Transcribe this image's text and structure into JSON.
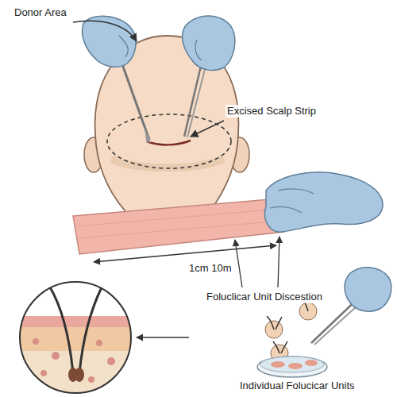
{
  "diagram": {
    "labels": [
      "Donor Area",
      "Excised Scalp Strip",
      "1cm 10m",
      "Foluclicar Unit Discestion",
      "Individual Folucicar Units"
    ]
  }
}
